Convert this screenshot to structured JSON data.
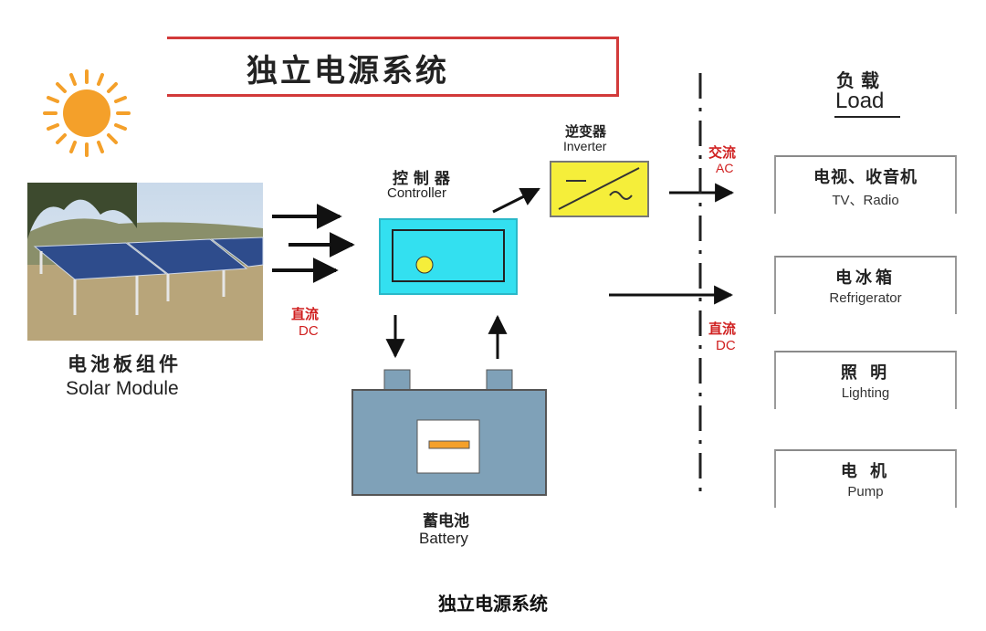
{
  "title": "独立电源系统",
  "caption": "独立电源系统",
  "solar_module": {
    "cn": "电池板组件",
    "en": "Solar Module"
  },
  "controller": {
    "cn": "控 制 器",
    "en": "Controller"
  },
  "inverter": {
    "cn": "逆变器",
    "en": "Inverter"
  },
  "battery": {
    "cn": "蓄电池",
    "en": "Battery"
  },
  "dc_left": {
    "cn": "直流",
    "en": "DC"
  },
  "ac_right": {
    "cn": "交流",
    "en": "AC"
  },
  "dc_right": {
    "cn": "直流",
    "en": "DC"
  },
  "load_header": {
    "cn": "负 载",
    "en": "Load"
  },
  "loads": [
    {
      "cn": "电视、收音机",
      "en": "TV、Radio"
    },
    {
      "cn": "电冰箱",
      "en": "Refrigerator"
    },
    {
      "cn": "照 明",
      "en": "Lighting"
    },
    {
      "cn": "电 机",
      "en": "Pump"
    }
  ],
  "colors": {
    "title_border": "#d23a3a",
    "sun": "#f4a02a",
    "controller": "#33e0f0",
    "inverter": "#f5ee3a",
    "battery": "#7fa1b8",
    "label_red": "#d02020"
  }
}
